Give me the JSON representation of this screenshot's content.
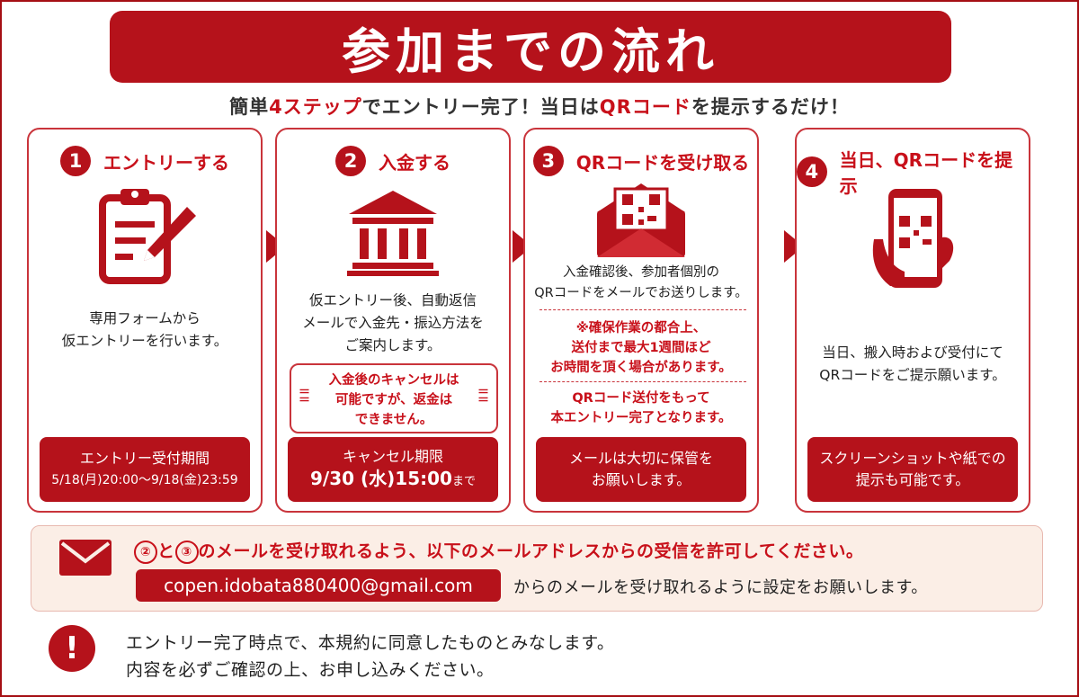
{
  "header": {
    "title": "参加までの流れ",
    "subtitle_parts": [
      "簡単",
      "4ステップ",
      "でエントリー完了！当日は",
      "QRコード",
      "を提示するだけ！"
    ]
  },
  "steps": [
    {
      "number": "1",
      "title": "エントリーする",
      "icon": "clipboard-pencil-icon",
      "desc_lines": [
        "専用フォームから",
        "仮エントリーを行います。"
      ],
      "box_lines": [
        "エントリー受付期間",
        "5/18(月)20:00〜9/18(金)23:59"
      ]
    },
    {
      "number": "2",
      "title": "入金する",
      "icon": "bank-icon",
      "desc_lines": [
        "仮エントリー後、自動返信",
        "メールで入金先・振込方法を",
        "ご案内します。"
      ],
      "warn_lines": [
        "入金後のキャンセルは",
        "可能ですが、返金は",
        "できません。"
      ],
      "box_lines": [
        "キャンセル期限"
      ],
      "box_big": "9/30 (水)15:00",
      "box_big_suffix": "まで"
    },
    {
      "number": "3",
      "title": "QRコードを受け取る",
      "icon": "envelope-qr-icon",
      "desc_lines": [
        "入金確認後、参加者個別の",
        "QRコードをメールでお送りします。"
      ],
      "note_lines": [
        "※確保作業の都合上、",
        "送付まで最大1週間ほど",
        "お時間を頂く場合があります。"
      ],
      "final_lines": [
        "QRコード送付をもって",
        "本エントリー完了となります。"
      ],
      "box_lines": [
        "メールは大切に保管を",
        "お願いします。"
      ]
    },
    {
      "number": "4",
      "title": "当日、QRコードを提示",
      "icon": "smartphone-qr-icon",
      "desc_lines": [
        "当日、搬入時および受付にて",
        "QRコードをご提示願います。"
      ],
      "box_lines": [
        "スクリーンショットや紙での",
        "提示も可能です。"
      ]
    }
  ],
  "mail": {
    "icon": "mail-icon",
    "circle_a": "②",
    "join": "と",
    "circle_b": "③",
    "line1_rest": "のメールを受け取れるよう、以下のメールアドレスからの受信を許可してください。",
    "address": "copen.idobata880400@gmail.com",
    "line2": "からのメールを受け取れるように設定をお願いします。"
  },
  "notice": {
    "icon": "exclamation-icon",
    "lines": [
      "エントリー完了時点で、本規約に同意したものとみなします。",
      "内容を必ずご確認の上、お申し込みください。"
    ]
  },
  "colors": {
    "accent": "#b5121b",
    "panel": "#fbeee6"
  }
}
